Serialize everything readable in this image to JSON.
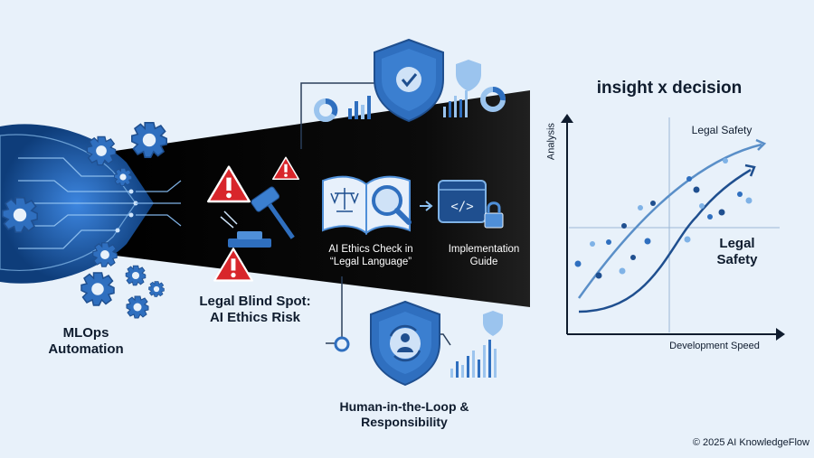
{
  "mlops": {
    "label": "MLOps Automation"
  },
  "blind_spot": {
    "label": "Legal Blind Spot: AI Ethics Risk"
  },
  "ethics_check": {
    "label": "AI Ethics Check in “Legal Language”"
  },
  "implementation": {
    "label": "Implementation Guide"
  },
  "human_loop": {
    "label": "Human-in-the-Loop & Responsibility"
  },
  "chart": {
    "title": "insight x decision",
    "curve_label_top": "Legal Safety",
    "curve_label_right": "Legal Safety",
    "y_axis": "Analysis",
    "x_axis": "Development Speed"
  },
  "footer": {
    "copyright": "© 2025 AI KnowledgeFlow"
  },
  "colors": {
    "background": "#e8f1fa",
    "primary_blue": "#2f6fbf",
    "dark_blue": "#1f4f8f",
    "light_blue": "#7fb2e6",
    "warning_red": "#d8262b",
    "funnel": "#000000"
  },
  "icons": [
    "circuit-head-icon",
    "gear-icon",
    "warning-icon",
    "gavel-icon",
    "shield-check-icon",
    "law-book-icon",
    "magnifier-icon",
    "code-lock-icon",
    "user-shield-icon",
    "donut-chart-icon",
    "bar-chart-icon"
  ]
}
